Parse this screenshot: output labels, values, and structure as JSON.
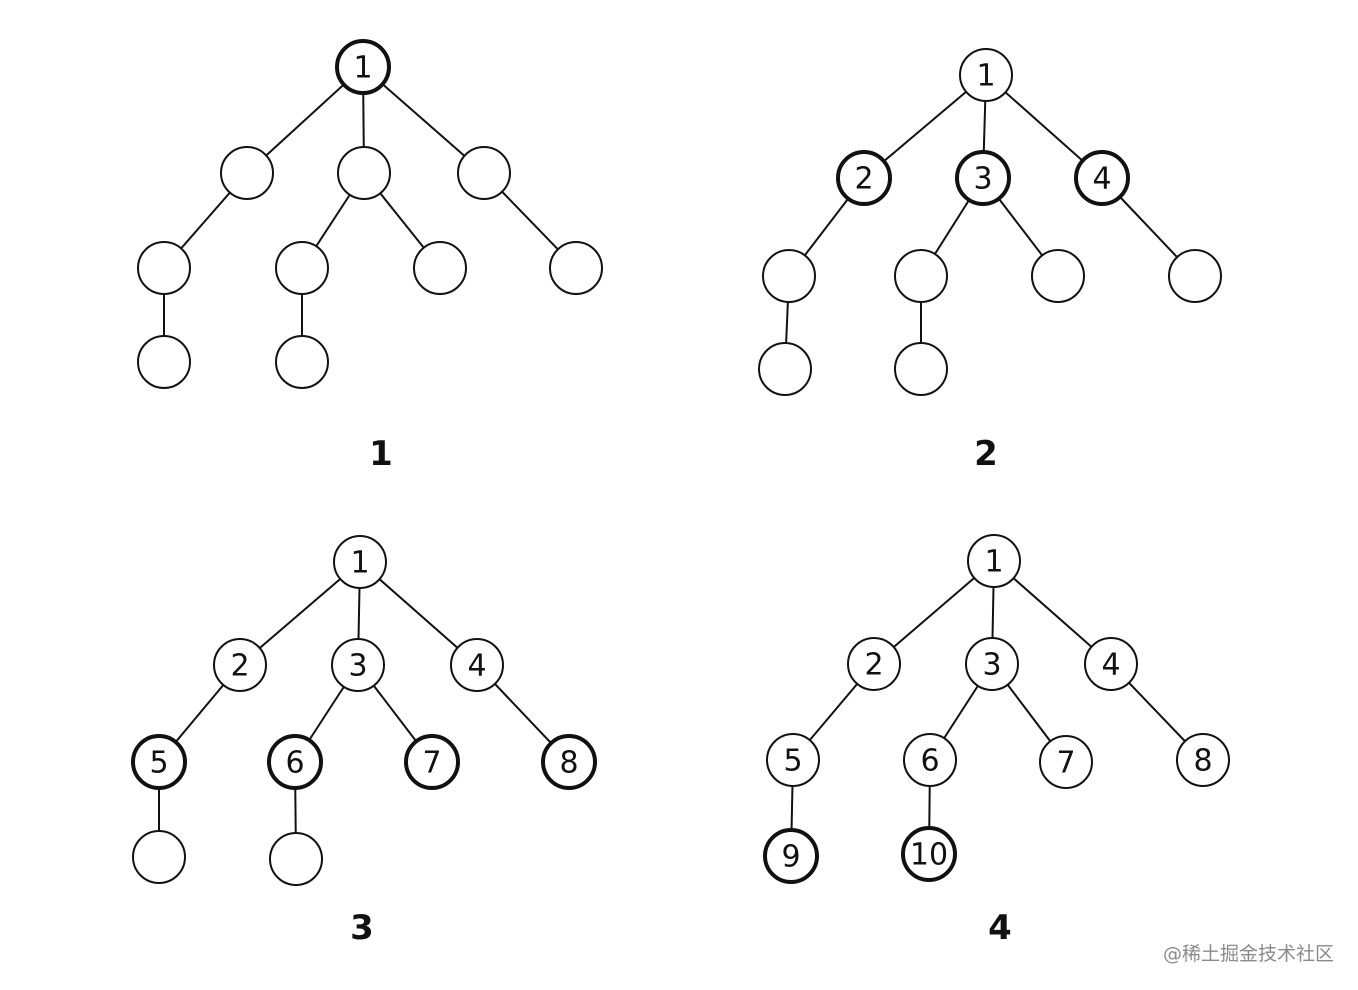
{
  "panels": [
    {
      "caption": "1",
      "nodes": [
        {
          "label": "1",
          "bold": true
        },
        {
          "label": "",
          "bold": false
        },
        {
          "label": "",
          "bold": false
        },
        {
          "label": "",
          "bold": false
        },
        {
          "label": "",
          "bold": false
        },
        {
          "label": "",
          "bold": false
        },
        {
          "label": "",
          "bold": false
        },
        {
          "label": "",
          "bold": false
        },
        {
          "label": "",
          "bold": false
        },
        {
          "label": "",
          "bold": false
        }
      ]
    },
    {
      "caption": "2",
      "nodes": [
        {
          "label": "1",
          "bold": false
        },
        {
          "label": "2",
          "bold": true
        },
        {
          "label": "3",
          "bold": true
        },
        {
          "label": "4",
          "bold": true
        },
        {
          "label": "",
          "bold": false
        },
        {
          "label": "",
          "bold": false
        },
        {
          "label": "",
          "bold": false
        },
        {
          "label": "",
          "bold": false
        },
        {
          "label": "",
          "bold": false
        },
        {
          "label": "",
          "bold": false
        }
      ]
    },
    {
      "caption": "3",
      "nodes": [
        {
          "label": "1",
          "bold": false
        },
        {
          "label": "2",
          "bold": false
        },
        {
          "label": "3",
          "bold": false
        },
        {
          "label": "4",
          "bold": false
        },
        {
          "label": "5",
          "bold": true
        },
        {
          "label": "6",
          "bold": true
        },
        {
          "label": "7",
          "bold": true
        },
        {
          "label": "8",
          "bold": true
        },
        {
          "label": "",
          "bold": false
        },
        {
          "label": "",
          "bold": false
        }
      ]
    },
    {
      "caption": "4",
      "nodes": [
        {
          "label": "1",
          "bold": false
        },
        {
          "label": "2",
          "bold": false
        },
        {
          "label": "3",
          "bold": false
        },
        {
          "label": "4",
          "bold": false
        },
        {
          "label": "5",
          "bold": false
        },
        {
          "label": "6",
          "bold": false
        },
        {
          "label": "7",
          "bold": false
        },
        {
          "label": "8",
          "bold": false
        },
        {
          "label": "9",
          "bold": true
        },
        {
          "label": "10",
          "bold": true
        }
      ]
    }
  ],
  "edges": [
    [
      0,
      1
    ],
    [
      0,
      2
    ],
    [
      0,
      3
    ],
    [
      1,
      4
    ],
    [
      2,
      5
    ],
    [
      2,
      6
    ],
    [
      3,
      7
    ],
    [
      4,
      8
    ],
    [
      5,
      9
    ]
  ],
  "watermark": "@稀土掘金技术社区"
}
